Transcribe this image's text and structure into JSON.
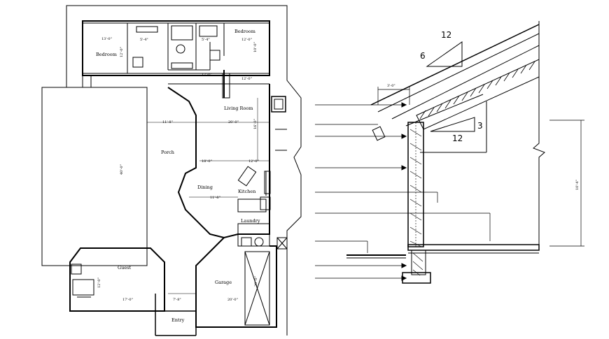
{
  "plan": {
    "rooms": {
      "bedroom_left": "Bedroom",
      "bedroom_right": "Bedroom",
      "living_room": "Living Room",
      "porch": "Porch",
      "dining": "Dining",
      "kitchen": "Kitchen",
      "laundry": "Laundry",
      "guest": "Guest",
      "garage": "Garage",
      "entry": "Entry"
    },
    "dimensions": {
      "bedroom_left_width": "13'-0\"",
      "bedroom_left_depth": "12'-0\"",
      "bath_width": "5'-4\"",
      "bath_right_width": "5'-4\"",
      "bedroom_right_width": "12'-0\"",
      "bedroom_right_depth": "10'-0\"",
      "hall_width": "12'-0\"",
      "hall_right": "12'-0\"",
      "porch_width": "11'-8\"",
      "living_width": "20'-0\"",
      "living_depth": "16'-0\"",
      "dining_width": "18'-0\"",
      "dining_right": "12'-0\"",
      "kitchen_width": "11'-8\"",
      "porch_length": "40'-0\"",
      "guest_depth": "12'-0\"",
      "guest_width": "17'-0\"",
      "entry_width": "7'-8\"",
      "garage_width": "20'-0\"",
      "garage_depth": "20'-0\""
    }
  },
  "section": {
    "roof_slope": {
      "rise": "6",
      "run": "12"
    },
    "ceiling_slope": {
      "rise": "3",
      "run": "12"
    },
    "overhang": "3'-0\"",
    "wall_height": "10'-4\""
  }
}
